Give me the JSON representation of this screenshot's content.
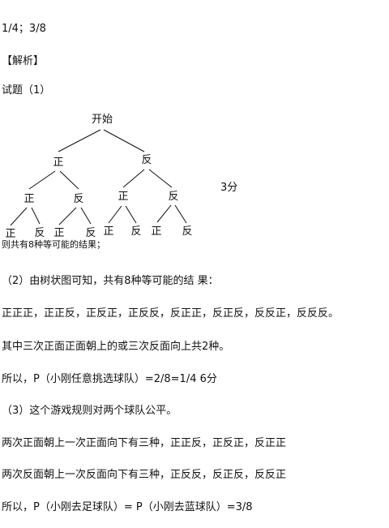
{
  "answer_line": "1/4；3/8",
  "analysis_title": "【解析】",
  "part1_label": "试题（1）",
  "tree": {
    "root": "开始",
    "level1": [
      "正",
      "反"
    ],
    "level2": [
      "正",
      "反",
      "正",
      "反"
    ],
    "level3": [
      "正",
      "反",
      "正",
      "反",
      "正",
      "反",
      "正",
      "反"
    ],
    "score": "3分",
    "caption": "则共有8种等可能的结果；"
  },
  "part2_intro": "（2）由树状图可知，共有8种等可能的结  果：",
  "outcomes_line": "正正正，正正反，正反正，正反反，反正正，反正反，反反正，反反反。",
  "part2_count": "其中三次正面正面朝上的或三次反面向上共2种。",
  "part2_result": "所以，P（小刚任意挑选球队）=2/8=1/4 6分",
  "part3_intro": "（3）这个游戏规则对两个球队公平。",
  "part3_line1": "两次正面朝上一次正面向下有三种，正正反，正反正，反正正",
  "part3_line2": "两次反面朝上一次反面向下有三种，正反反，反正反，反反正",
  "part3_result": "所以，P（小刚去足球队）= P（小刚去蓝球队）=3/8"
}
